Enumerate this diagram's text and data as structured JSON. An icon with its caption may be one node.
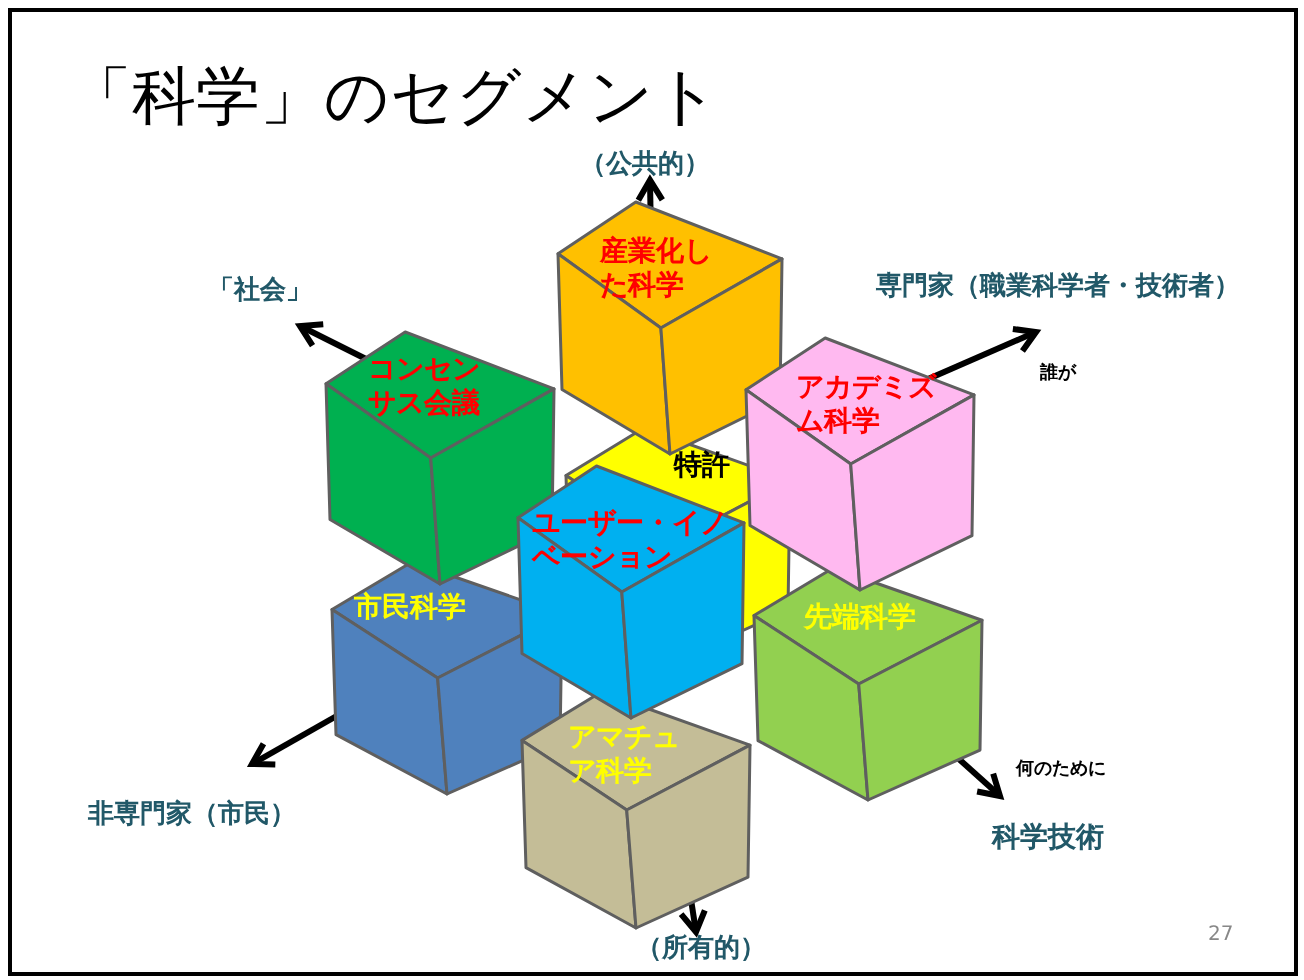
{
  "diagram": {
    "title": "「科学」のセグメント",
    "nodes": [
      {
        "text": [
          "産業化した科学"
        ]
      },
      {
        "text": [
          "コンセンサス会議"
        ]
      },
      {
        "text": [
          "アカデミズム科学"
        ]
      },
      {
        "text": [
          "特許"
        ]
      },
      {
        "text": [
          "ユーザー・イノベーション"
        ]
      },
      {
        "text": [
          "市民科学"
        ]
      },
      {
        "text": [
          "先端科学"
        ]
      },
      {
        "text": [
          "アマチュア科学"
        ]
      }
    ],
    "labels": [
      "（公共的）",
      "「社会」",
      "専門家（職業科学者・技術者）",
      "誰が",
      "何のために",
      "非専門家（市民）",
      "科学技術",
      "27",
      "（所有的）"
    ]
  }
}
